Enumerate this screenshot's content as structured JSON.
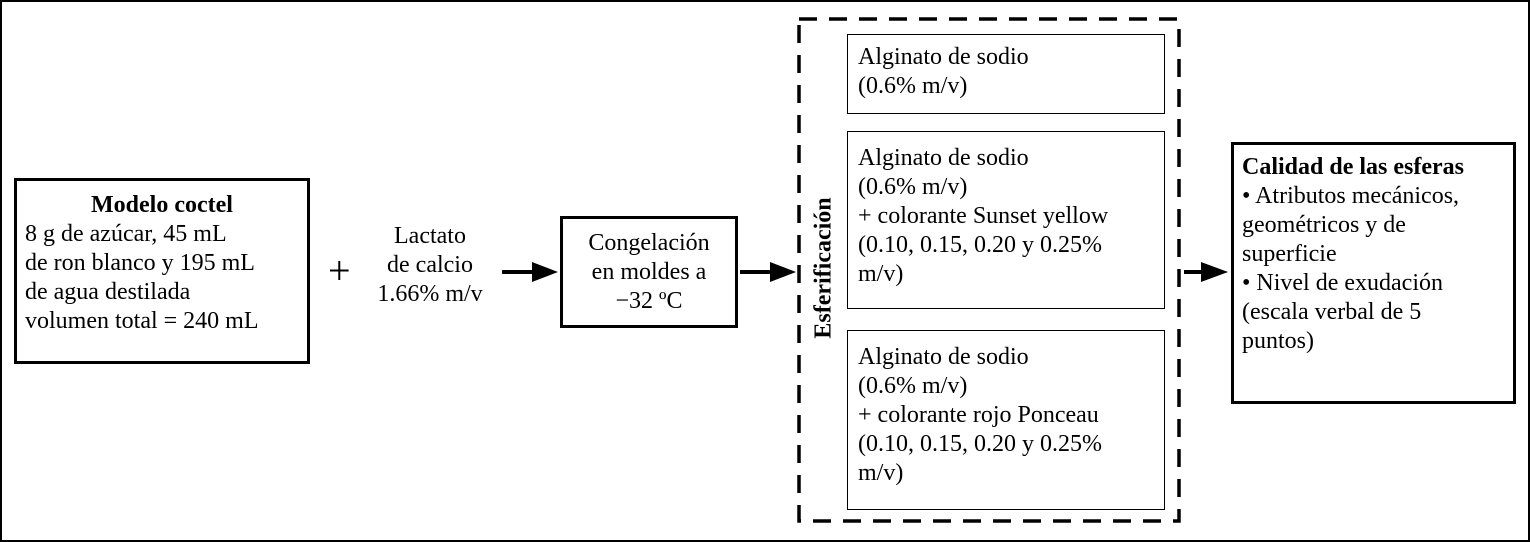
{
  "diagram": {
    "coctel": {
      "title": "Modelo coctel",
      "lines": [
        "8 g de azúcar, 45 mL",
        "de ron blanco y 195 mL",
        "de agua destilada",
        "volumen total = 240 mL"
      ]
    },
    "plus": "+",
    "lactato": {
      "lines": [
        "Lactato",
        "de calcio",
        "1.66% m/v"
      ]
    },
    "congelacion": {
      "lines": [
        "Congelación",
        "en moldes a",
        "−32 ºC"
      ]
    },
    "esferificacion": {
      "label": "Esferificación",
      "option1": {
        "lines": [
          "Alginato de sodio",
          "(0.6% m/v)"
        ]
      },
      "option2": {
        "lines": [
          "Alginato de sodio",
          "(0.6% m/v)",
          "+ colorante Sunset yellow",
          "(0.10, 0.15, 0.20 y 0.25%",
          "m/v)"
        ]
      },
      "option3": {
        "lines": [
          "Alginato de sodio",
          "(0.6% m/v)",
          "+ colorante rojo Ponceau",
          "(0.10, 0.15, 0.20 y 0.25%",
          "m/v)"
        ]
      }
    },
    "calidad": {
      "title": "Calidad de las esferas",
      "lines": [
        "• Atributos mecánicos,",
        "geométricos y de",
        "superficie",
        "• Nivel de exudación",
        "(escala verbal de 5",
        "puntos)"
      ]
    }
  }
}
